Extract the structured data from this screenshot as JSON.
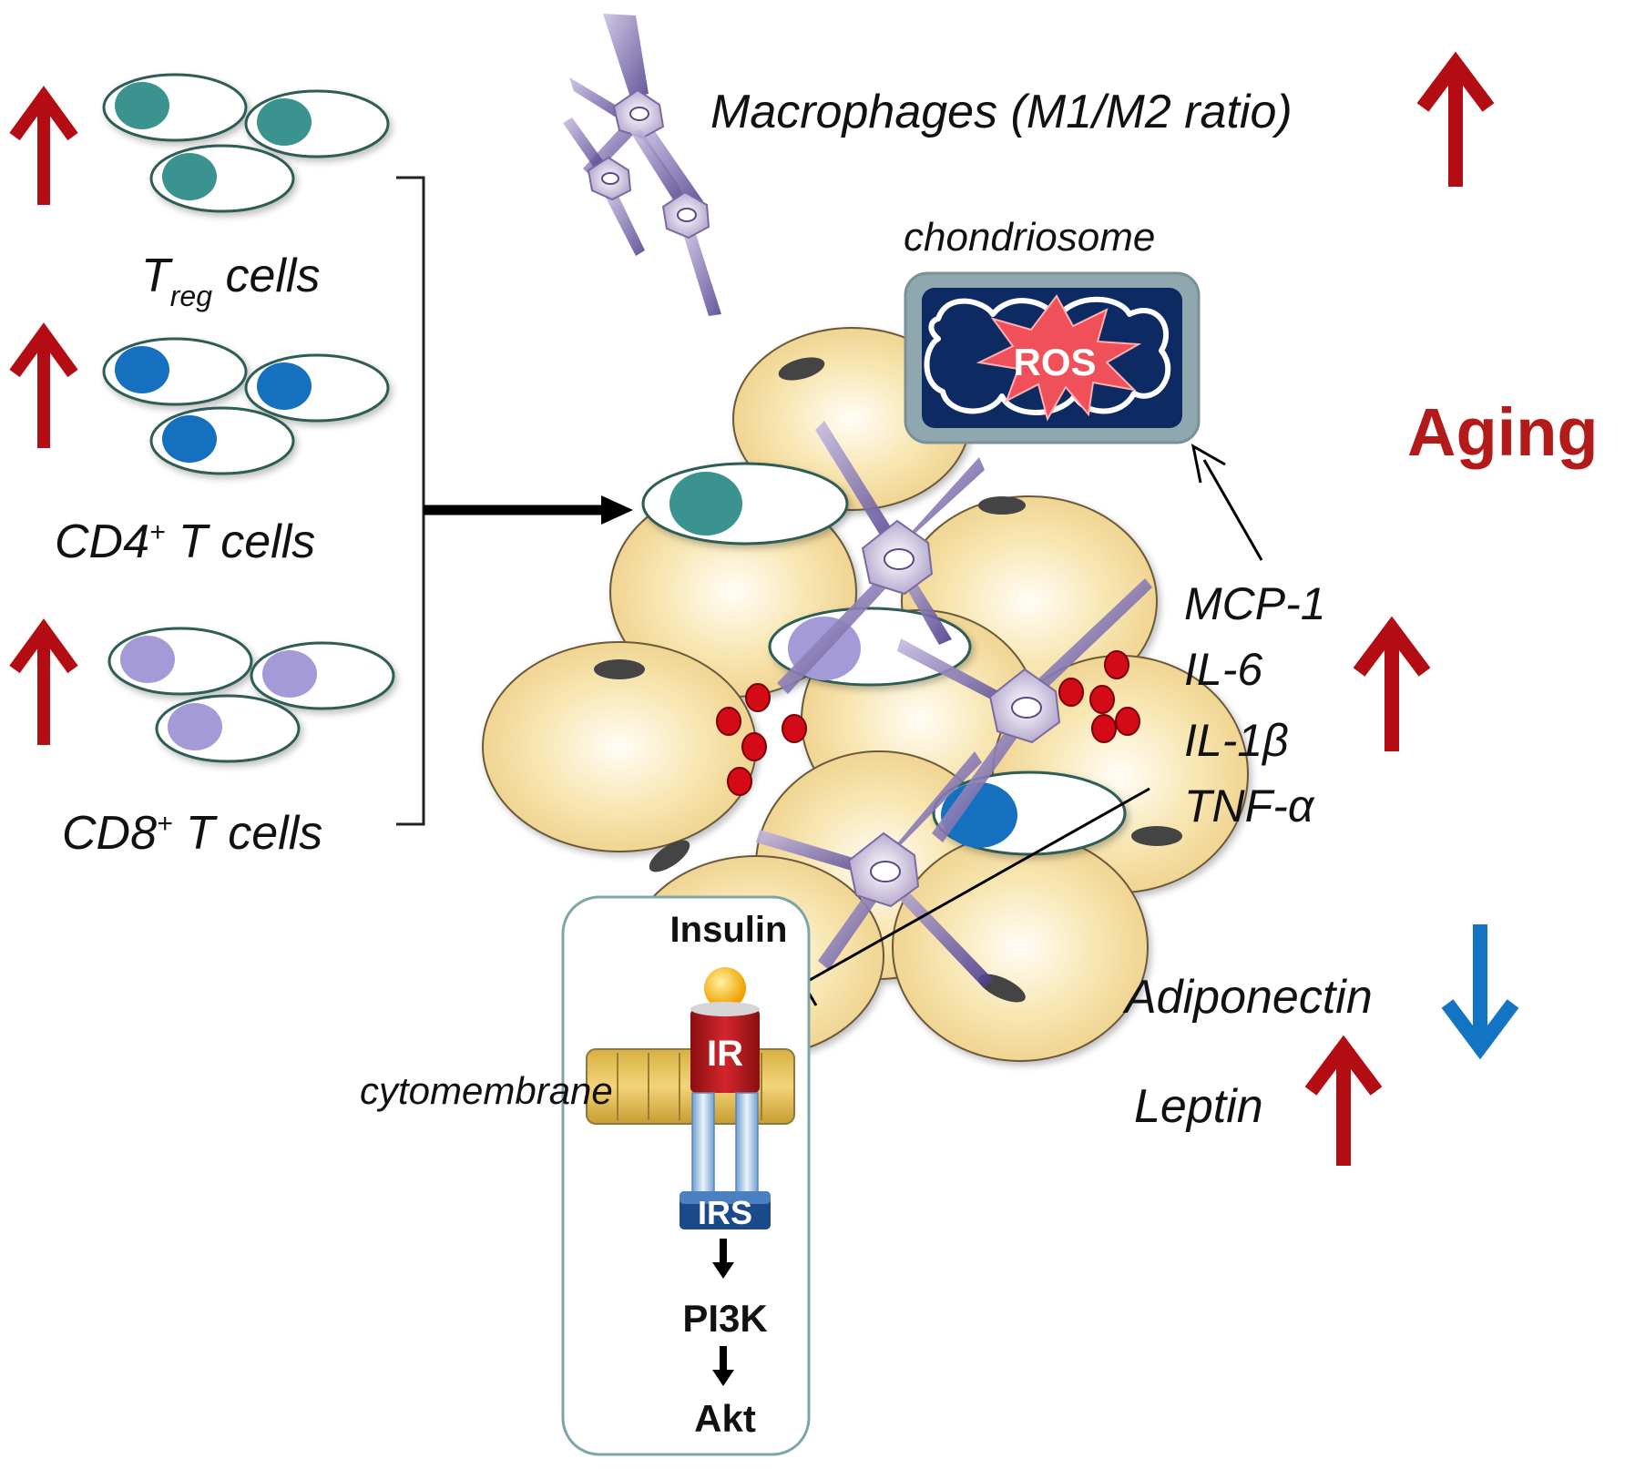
{
  "labels": {
    "treg_main": "T",
    "treg_sub": "reg",
    "treg_cells": " cells",
    "cd4_main": "CD4",
    "cd4_sup": "+",
    "cd4_cells": " T cells",
    "cd8_main": "CD8",
    "cd8_sup": "+",
    "cd8_cells": " T cells",
    "macrophages": "Macrophages (M1/M2 ratio)",
    "chondriosome": "chondriosome",
    "ros": "ROS",
    "aging": "Aging",
    "cytokines": [
      "MCP-1",
      "IL-6",
      "IL-1β",
      "TNF-α"
    ],
    "adiponectin": "Adiponectin",
    "leptin": "Leptin",
    "insulin": "Insulin",
    "cytomembrane": "cytomembrane",
    "ir": "IR",
    "irs": "IRS",
    "pi3k": "PI3K",
    "akt": "Akt"
  },
  "changes": {
    "treg_cells": "increase",
    "cd4_t_cells": "increase",
    "cd8_t_cells": "increase",
    "macrophages_m1_m2": "increase",
    "cytokines": "increase",
    "adiponectin": "decrease",
    "leptin": "increase"
  },
  "colors": {
    "up_arrow": "#b30c12",
    "down_arrow": "#1474c4",
    "aging": "#b31a1a",
    "treg_nucleus": "#3a9390",
    "cd4_nucleus": "#1470c0",
    "cd8_nucleus": "#a49ad8",
    "adipocyte": "#f3d98c",
    "mito_fill": "#0d2a63",
    "ros_burst": "#f0505a",
    "droplet": "#d40b16"
  }
}
